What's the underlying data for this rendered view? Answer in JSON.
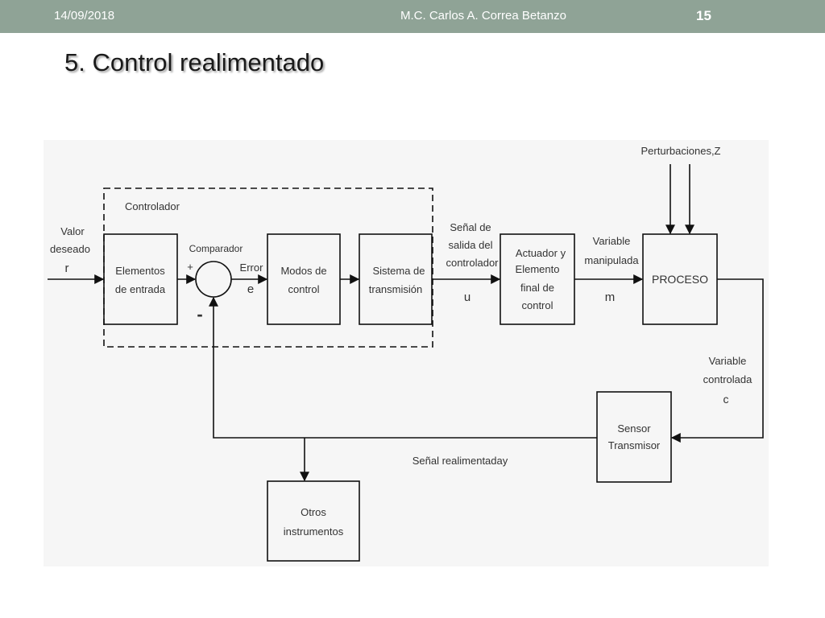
{
  "header": {
    "date": "14/09/2018",
    "author": "M.C. Carlos A. Correa Betanzo",
    "slide_number": "15"
  },
  "title": "5. Control realimentado",
  "diagram": {
    "controller_group_label": "Controlador",
    "input_label_1": "Valor",
    "input_label_2": "deseado",
    "input_symbol": "r",
    "comparator_label": "Comparador",
    "plus_sign": "+",
    "minus_sign": "-",
    "error_label": "Error",
    "error_symbol": "e",
    "blocks": {
      "input_elements_1": "Elementos",
      "input_elements_2": "de entrada",
      "control_modes_1": "Modos de",
      "control_modes_2": "control",
      "transmission_1": "Sistema de",
      "transmission_2": "transmisión",
      "actuator_1": "Actuador y",
      "actuator_2": "Elemento",
      "actuator_3": "final de",
      "actuator_4": "control",
      "process": "PROCESO",
      "sensor_1": "Sensor",
      "sensor_2": "Transmisor",
      "other_1": "Otros",
      "other_2": "instrumentos"
    },
    "controller_output_1": "Señal de",
    "controller_output_2": "salida del",
    "controller_output_3": "controlador",
    "controller_output_symbol": "u",
    "manipulated_1": "Variable",
    "manipulated_2": "manipulada",
    "manipulated_symbol": "m",
    "disturbances": "Perturbaciones,Z",
    "controlled_1": "Variable",
    "controlled_2": "controlada",
    "controlled_symbol": "c",
    "feedback": "Señal realimentaday"
  }
}
